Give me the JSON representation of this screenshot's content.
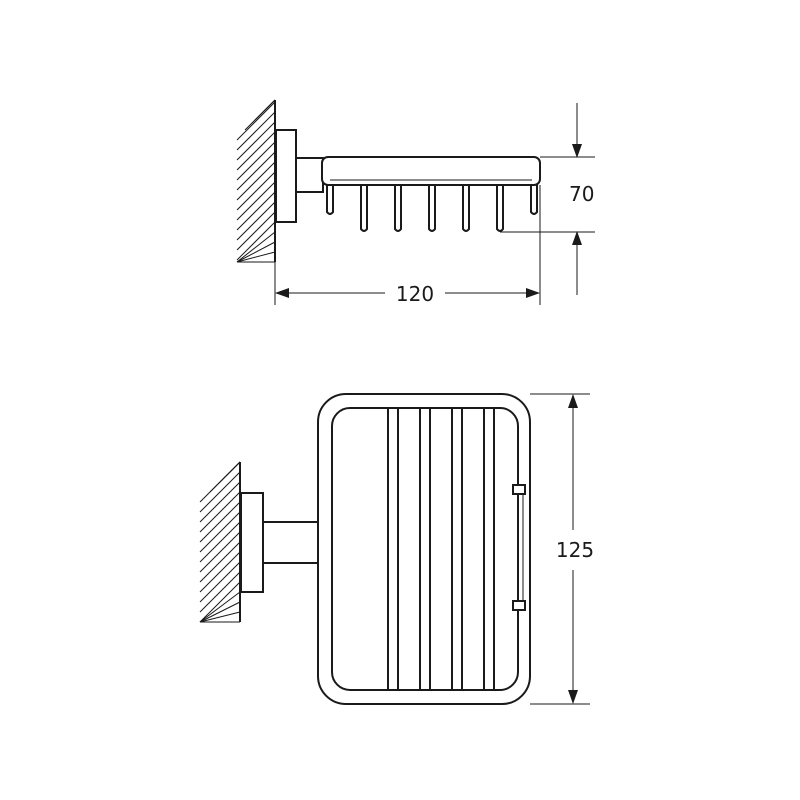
{
  "drawing": {
    "side_view": {
      "width_dimension": "120",
      "height_dimension": "70"
    },
    "top_view": {
      "depth_dimension": "125"
    }
  }
}
